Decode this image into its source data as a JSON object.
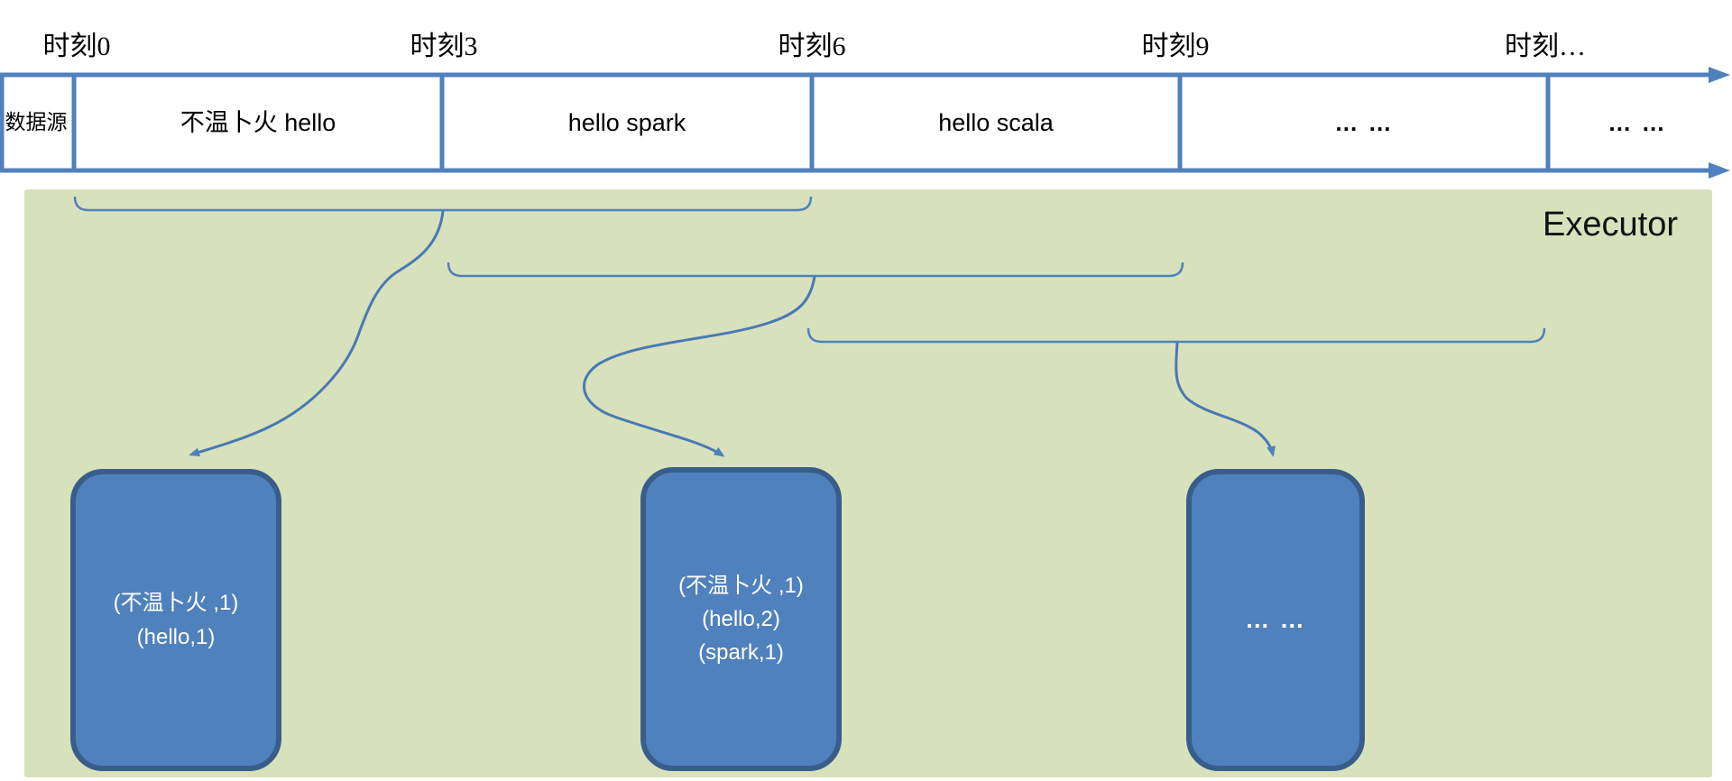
{
  "diagram": {
    "executor_title": "Executor",
    "source_label": "数据源",
    "time_labels": [
      "时刻0",
      "时刻3",
      "时刻6",
      "时刻9",
      "时刻…"
    ],
    "segments": [
      "不温卜火 hello",
      "hello spark",
      "hello scala",
      "… …",
      "… …"
    ],
    "boxes": [
      {
        "lines": [
          "(不温卜火 ,1)",
          "(hello,1)"
        ]
      },
      {
        "lines": [
          "(不温卜火 ,1)",
          "(hello,2)",
          "(spark,1)"
        ]
      },
      {
        "lines": [
          "… …"
        ]
      }
    ],
    "colors": {
      "line_blue": "#4f81bd",
      "box_fill": "#4f81bd",
      "box_border": "#385d8a",
      "executor_bg": "#d7e2bc",
      "box_text": "#ffffff",
      "label_text": "#000000"
    }
  }
}
